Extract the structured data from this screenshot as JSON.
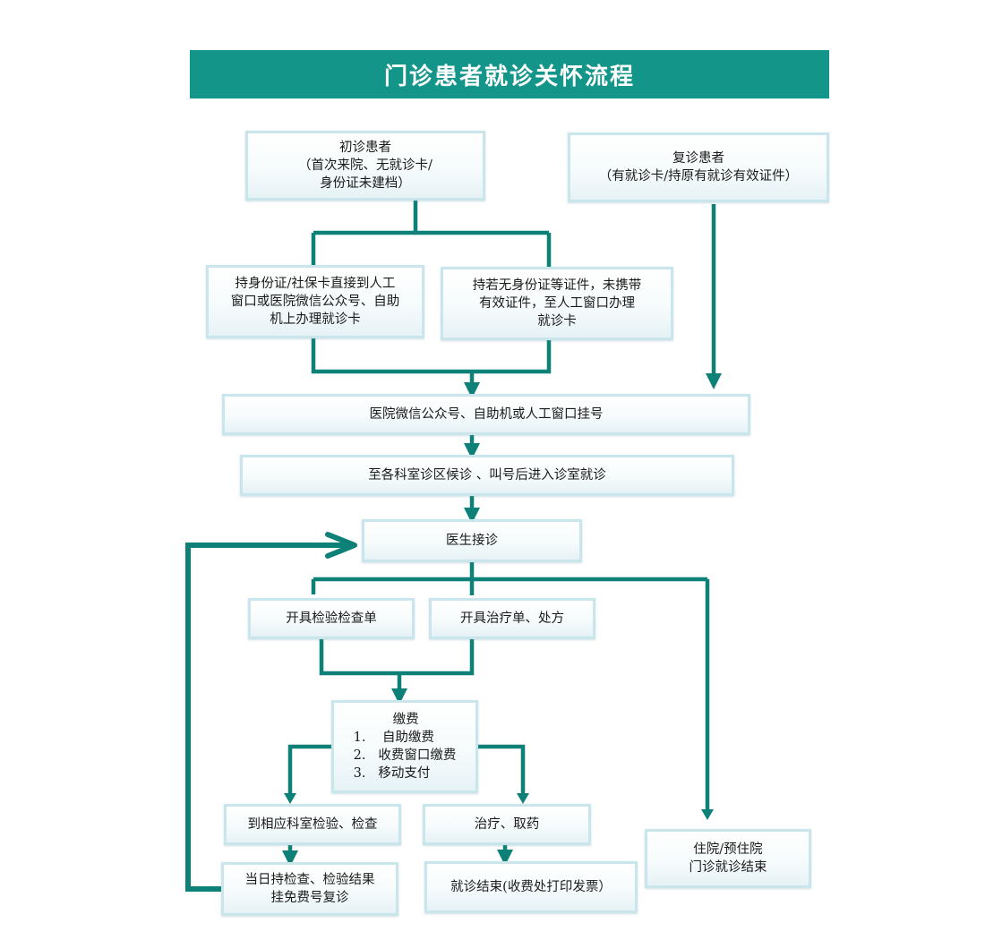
{
  "title": "门诊患者就诊关怀流程",
  "new_patient": {
    "lines": [
      "初诊患者",
      "（首次来院、无就诊卡/",
      "身份证未建档）"
    ]
  },
  "return_patient": {
    "lines": [
      "复诊患者",
      "（有就诊卡/持原有就诊有效证件）"
    ]
  },
  "with_id": {
    "lines": [
      "持身份证/社保卡直接到人工",
      "窗口或医院微信公众号、自助",
      "机上办理就诊卡"
    ]
  },
  "without_id": {
    "lines": [
      "持若无身份证等证件，未携带",
      "有效证件，至人工窗口办理",
      "就诊卡"
    ]
  },
  "registration": "医院微信公众号、自助机或人工窗口挂号",
  "waiting": "至各科室诊区候诊 、叫号后进入诊室就诊",
  "doctor": "医生接诊",
  "exam_order": "开具检验检查单",
  "treatment_order": "开具治疗单、处方",
  "payment": {
    "title": "缴费",
    "items": [
      {
        "num": "1.",
        "text": "自助缴费"
      },
      {
        "num": "2.",
        "text": "收费窗口缴费"
      },
      {
        "num": "3.",
        "text": "移动支付"
      }
    ]
  },
  "go_exam": "到相应科室检验、检查",
  "treatment_medicine": "治疗、取药",
  "same_day_revisit": {
    "lines": [
      "当日持检查、检验结果",
      "挂免费号复诊"
    ]
  },
  "visit_end": "就诊结束(收费处打印发票）",
  "hospitalization": {
    "lines": [
      "住院/预住院",
      "门诊就诊结束"
    ]
  },
  "colors": {
    "accent": "#13958a",
    "connector": "#0d8077",
    "box_border": "#c9e6ec"
  }
}
